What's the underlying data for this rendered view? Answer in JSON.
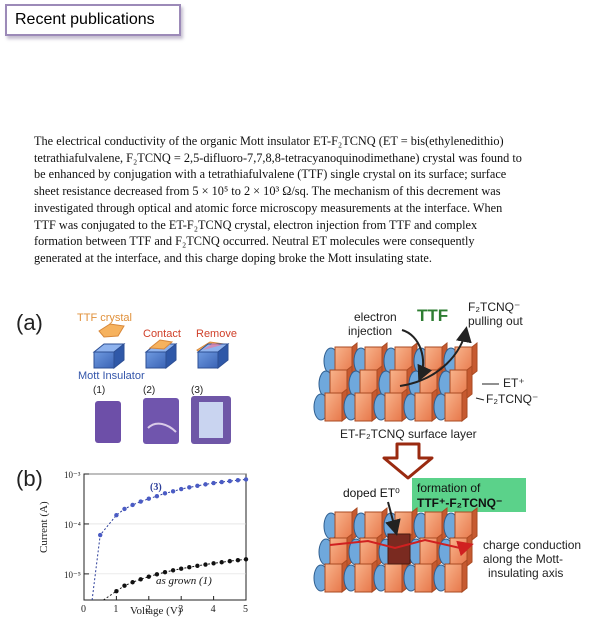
{
  "header": {
    "title": "Recent publications"
  },
  "abstract": {
    "lines": [
      "The electrical conductivity of the organic Mott insulator ET-F₂TCNQ (ET = bis(ethylenedithio)",
      "tetrathiafulvalene, F₂TCNQ = 2,5-difluoro-7,7,8,8-tetracyanoquinodimethane) crystal was found to",
      "be enhanced by conjugation with a tetrathiafulvalene (TTF) single crystal on its surface; surface",
      "sheet resistance decreased from 5 × 10⁵ to 2 × 10³ Ω/sq. The mechanism of this decrement was",
      "investigated through optical and atomic force microscopy measurements at the interface. When",
      "TTF was conjugated to the ET-F₂TCNQ crystal, electron injection from TTF and complex",
      "formation between TTF and F₂TCNQ occurred. Neutral ET molecules were consequently",
      "generated at the interface, and this charge doping broke the Mott insulating state."
    ]
  },
  "figure": {
    "panel_a": {
      "label": "(a)",
      "ttf_crystal": "TTF crystal",
      "contact": "Contact",
      "remove": "Remove",
      "mott_insulator": "Mott Insulator",
      "photo_labels": [
        "(1)",
        "(2)",
        "(3)"
      ]
    },
    "panel_b": {
      "label": "(b)",
      "ylabel": "Current (A)",
      "xlabel": "Voltage (V)",
      "series_labels": [
        "(3)",
        "as grown (1)"
      ],
      "x_ticks": [
        "0",
        "1",
        "2",
        "3",
        "4",
        "5"
      ],
      "y_ticks": [
        "10⁻³",
        "10⁻⁴",
        "10⁻⁵"
      ]
    },
    "schematic": {
      "ttf": "TTF",
      "electron_injection": [
        "electron",
        "injection"
      ],
      "f2tcnq_pulling": [
        "F₂TCNQ⁻",
        "pulling out"
      ],
      "et_plus": "ET⁺",
      "f2tcnq_minus": "F₂TCNQ⁻",
      "surface_layer": "ET-F₂TCNQ surface layer",
      "formation": [
        "formation of",
        "TTF⁺-F₂TCNQ⁻"
      ],
      "doped_et0": "doped ET⁰",
      "charge_conduction": [
        "charge conduction",
        "along the Mott-",
        "insulating axis"
      ]
    },
    "colors": {
      "crystal_blue": "#4a76c8",
      "ttf_orange": "#f4a24b",
      "molecule_orange": "#f08a58",
      "highlight_green": "#5bd28a",
      "arrow_red": "#9a2a10"
    }
  },
  "chart_data": {
    "type": "scatter",
    "title": "",
    "xlabel": "Voltage (V)",
    "ylabel": "Current (A)",
    "xlim": [
      0,
      5
    ],
    "ylim": [
      3e-06,
      0.001
    ],
    "log_y": true,
    "series": [
      {
        "name": "(3)",
        "x": [
          0.5,
          1,
          1.25,
          1.5,
          1.75,
          2,
          2.25,
          2.5,
          2.75,
          3,
          3.25,
          3.5,
          3.75,
          4,
          4.25,
          4.5,
          4.75,
          5
        ],
        "y": [
          6e-05,
          0.00015,
          0.0002,
          0.00024,
          0.00028,
          0.00032,
          0.00036,
          0.00041,
          0.00045,
          0.0005,
          0.00054,
          0.00058,
          0.00062,
          0.00066,
          0.00069,
          0.00072,
          0.00075,
          0.00078
        ]
      },
      {
        "name": "as grown (1)",
        "x": [
          1,
          1.25,
          1.5,
          1.75,
          2,
          2.25,
          2.5,
          2.75,
          3,
          3.25,
          3.5,
          3.75,
          4,
          4.25,
          4.5,
          4.75,
          5
        ],
        "y": [
          4.5e-06,
          5.8e-06,
          6.8e-06,
          7.8e-06,
          8.8e-06,
          9.8e-06,
          1.08e-05,
          1.18e-05,
          1.27e-05,
          1.36e-05,
          1.45e-05,
          1.54e-05,
          1.63e-05,
          1.71e-05,
          1.8e-05,
          1.88e-05,
          1.96e-05
        ]
      }
    ]
  }
}
